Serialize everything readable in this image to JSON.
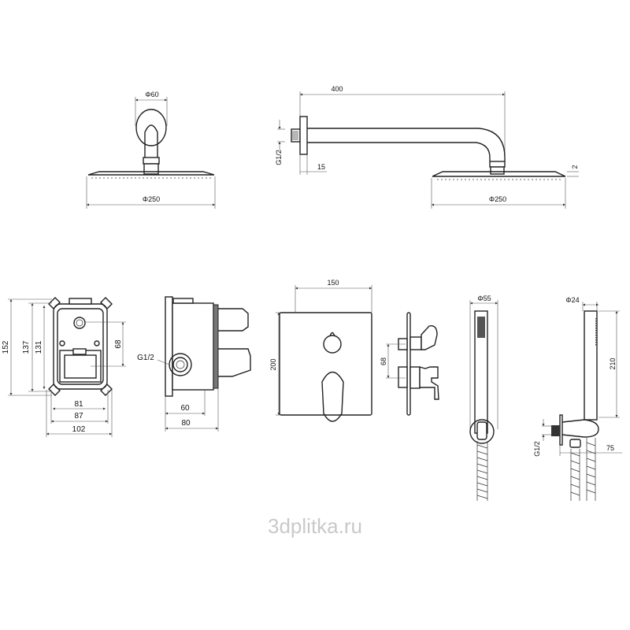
{
  "drawing": {
    "overhead_front": {
      "diameter_rosette": "Φ60",
      "diameter_head": "Φ250"
    },
    "overhead_side": {
      "arm_length": "400",
      "thread": "G1/2",
      "flange_depth": "15",
      "head_thickness": "2",
      "diameter_head": "Φ250"
    },
    "box_front": {
      "h_outer": "152",
      "h_mid": "137",
      "h_inner": "131",
      "spacing": "68",
      "w_inner": "81",
      "w_mid": "87",
      "w_outer": "102"
    },
    "box_side": {
      "thread": "G1/2",
      "depth_min": "60",
      "depth_max": "80"
    },
    "cover_front": {
      "width": "150",
      "height": "200"
    },
    "cover_side": {
      "spacing": "68"
    },
    "hand_shower_front": {
      "diameter": "Φ55"
    },
    "hand_shower_side": {
      "diameter": "Φ24",
      "length": "210",
      "thread": "G1/2",
      "outlet_depth": "75"
    }
  },
  "watermark": "3dplitka.ru"
}
